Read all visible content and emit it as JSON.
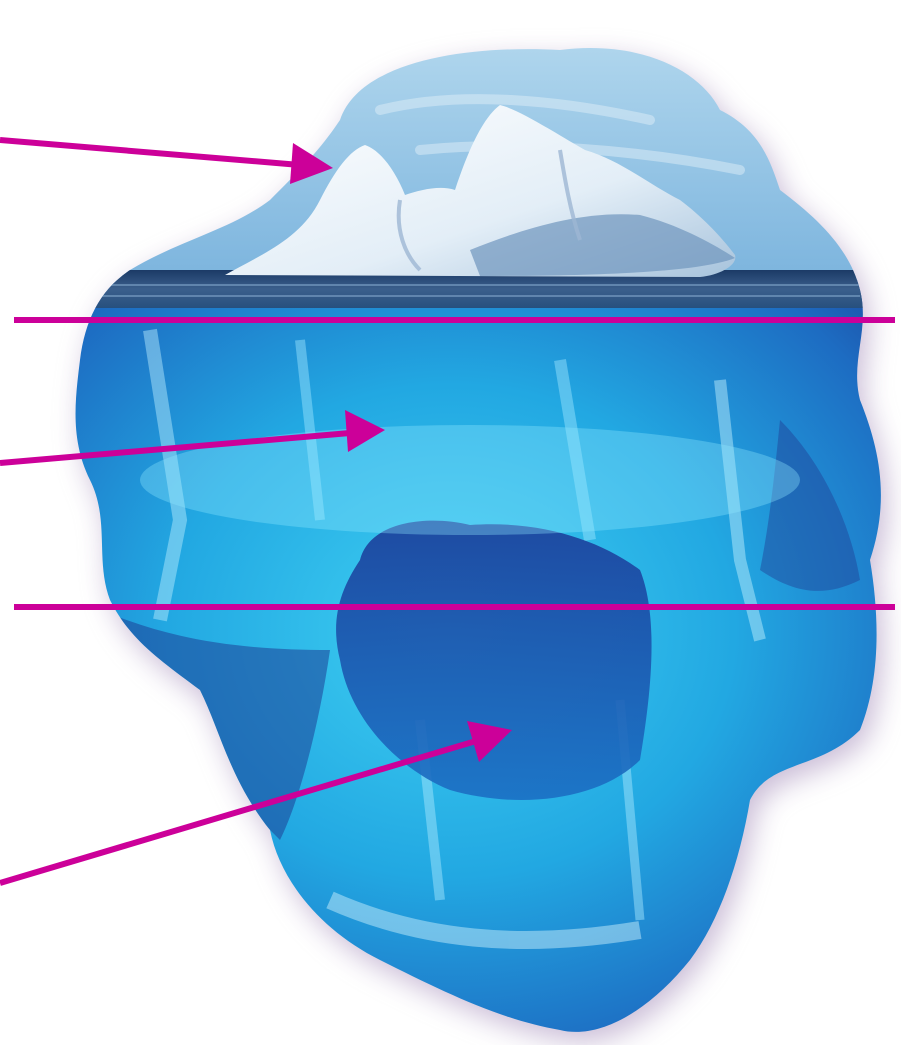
{
  "figure": {
    "subject": "iceberg",
    "background_color": "#ffffff",
    "annotation_color": "#cc0099",
    "sky_color": "#8fc4e4",
    "ice_above_color": "#f4f9fd",
    "water_line_color": "#2b4e7a",
    "ice_below_light": "#38c6ee",
    "ice_below_mid": "#1a8fd6",
    "ice_below_dark": "#1f4fa8",
    "halo_color": "#9f86b6"
  },
  "annotations": {
    "arrows": [
      {
        "target": "tip-above-water"
      },
      {
        "target": "upper-submerged-section"
      },
      {
        "target": "deep-submerged-section"
      }
    ],
    "divider_lines": [
      {
        "boundary": "upper"
      },
      {
        "boundary": "lower"
      }
    ]
  }
}
